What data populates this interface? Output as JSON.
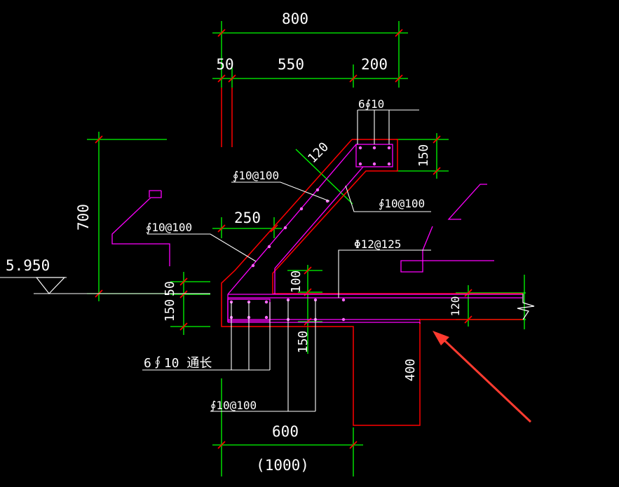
{
  "dimensions": {
    "top_overall": "800",
    "top_left": "50",
    "top_mid": "550",
    "top_right": "200",
    "left_height": "700",
    "right_box": "150",
    "diag_thickness": "120",
    "width_250": "250",
    "left_50": "50",
    "left_150": "150",
    "center_100": "100",
    "center_150": "150",
    "slab_120": "120",
    "beam_400": "400",
    "bottom_600": "600",
    "bottom_1000": "(1000)"
  },
  "labels": {
    "elevation": "5.950",
    "top_rebar": "6∮10",
    "diag_stirrup": "∮10@100",
    "right_stirrup": "∮10@100",
    "left_stirrup": "∮10@100",
    "slab_rebar": "Φ12@125",
    "bottom_rebar": "6∮10 通长",
    "bottom_stirrup": "∮10@100"
  },
  "colors": {
    "background": "#000000",
    "dimension": "#00ff00",
    "concrete_outline": "#ff0000",
    "rebar": "#ff00ff",
    "leader": "#ffffff",
    "arrow": "#ff3b30"
  }
}
